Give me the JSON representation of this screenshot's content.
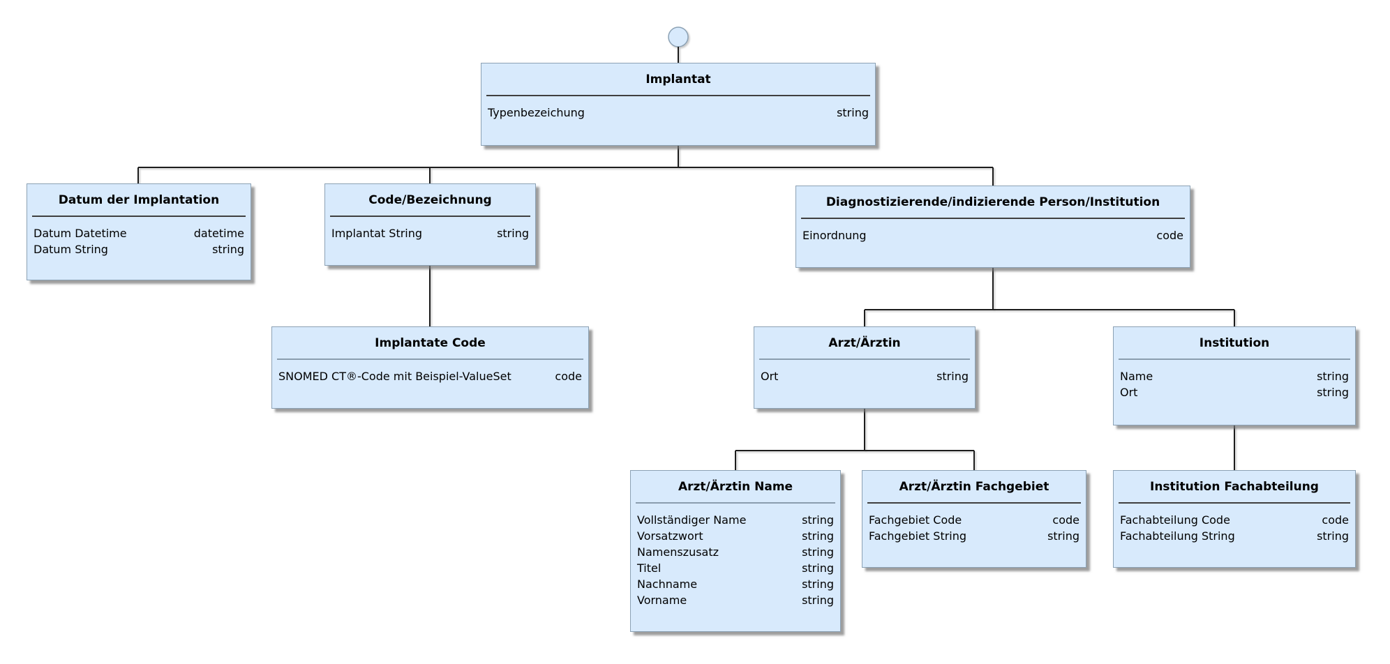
{
  "diagram": {
    "type": "logical-model-tree",
    "root_symbol": "circle",
    "colors": {
      "box_fill": "#d8eafc",
      "box_border": "#8ba1b4",
      "connector": "#1c1c1c",
      "text": "#000000"
    },
    "nodes": {
      "implantat": {
        "title": "Implantat",
        "attrs": [
          {
            "name": "Typenbezeichung",
            "type": "string"
          }
        ]
      },
      "datum_der_implantation": {
        "title": "Datum der Implantation",
        "attrs": [
          {
            "name": "Datum Datetime",
            "type": "datetime"
          },
          {
            "name": "Datum String",
            "type": "string"
          }
        ]
      },
      "code_bezeichnung": {
        "title": "Code/Bezeichnung",
        "attrs": [
          {
            "name": "Implantat String",
            "type": "string"
          }
        ]
      },
      "diagnostizierende": {
        "title": "Diagnostizierende/indizierende Person/Institution",
        "attrs": [
          {
            "name": "Einordnung",
            "type": "code"
          }
        ]
      },
      "implantate_code": {
        "title": "Implantate Code",
        "attrs": [
          {
            "name": "SNOMED CT®-Code mit Beispiel-ValueSet",
            "type": "code"
          }
        ]
      },
      "arzt_aerztin": {
        "title": "Arzt/Ärztin",
        "attrs": [
          {
            "name": "Ort",
            "type": "string"
          }
        ]
      },
      "institution": {
        "title": "Institution",
        "attrs": [
          {
            "name": "Name",
            "type": "string"
          },
          {
            "name": "Ort",
            "type": "string"
          }
        ]
      },
      "arzt_aerztin_name": {
        "title": "Arzt/Ärztin Name",
        "attrs": [
          {
            "name": "Vollständiger Name",
            "type": "string"
          },
          {
            "name": "Vorsatzwort",
            "type": "string"
          },
          {
            "name": "Namenszusatz",
            "type": "string"
          },
          {
            "name": "Titel",
            "type": "string"
          },
          {
            "name": "Nachname",
            "type": "string"
          },
          {
            "name": "Vorname",
            "type": "string"
          }
        ]
      },
      "arzt_aerztin_fachgebiet": {
        "title": "Arzt/Ärztin Fachgebiet",
        "attrs": [
          {
            "name": "Fachgebiet Code",
            "type": "code"
          },
          {
            "name": "Fachgebiet String",
            "type": "string"
          }
        ]
      },
      "institution_fachabteilung": {
        "title": "Institution Fachabteilung",
        "attrs": [
          {
            "name": "Fachabteilung Code",
            "type": "code"
          },
          {
            "name": "Fachabteilung String",
            "type": "string"
          }
        ]
      }
    },
    "edges": [
      {
        "from": "root",
        "to": [
          "implantat"
        ]
      },
      {
        "from": "implantat",
        "to": [
          "datum_der_implantation",
          "code_bezeichnung",
          "diagnostizierende"
        ]
      },
      {
        "from": "code_bezeichnung",
        "to": [
          "implantate_code"
        ]
      },
      {
        "from": "diagnostizierende",
        "to": [
          "arzt_aerztin",
          "institution"
        ]
      },
      {
        "from": "arzt_aerztin",
        "to": [
          "arzt_aerztin_name",
          "arzt_aerztin_fachgebiet"
        ]
      },
      {
        "from": "institution",
        "to": [
          "institution_fachabteilung"
        ]
      }
    ]
  }
}
